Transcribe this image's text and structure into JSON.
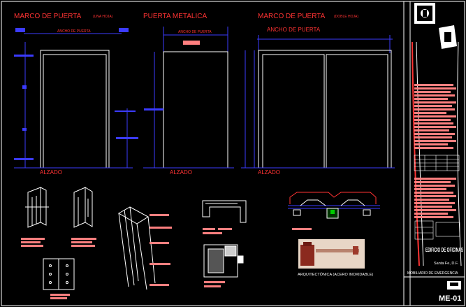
{
  "drawing": {
    "views": {
      "single_leaf": {
        "title": "MARCO DE PUERTA",
        "note": "(UNA HOJA)",
        "dim": "ANCHO DE PUERTA",
        "elevation": "ALZADO"
      },
      "metal_door": {
        "title": "PUERTA METALICA",
        "dim": "ANCHO DE PUERTA",
        "elevation": "ALZADO"
      },
      "double_leaf": {
        "title": "MARCO DE PUERTA",
        "note": "(DOBLE HOJA)",
        "dim": "ANCHO DE PUERTA",
        "elevation": "ALZADO"
      }
    },
    "photo_caption": "ARQUITECTÓNICA (ACERO INOXIDABLE)"
  },
  "title_block": {
    "project": "EDIFICIO DE OFICINAS",
    "location": "Santa Fe, D.F.",
    "subject": "MOBILIARIO DE EMERGENCIA",
    "sheet": "ME-01"
  },
  "colors": {
    "background": "#000000",
    "linework": "#ffffff",
    "dimension": "#3b3bff",
    "text": "#ff3333",
    "annotation_fill": "#ff7f7f"
  }
}
